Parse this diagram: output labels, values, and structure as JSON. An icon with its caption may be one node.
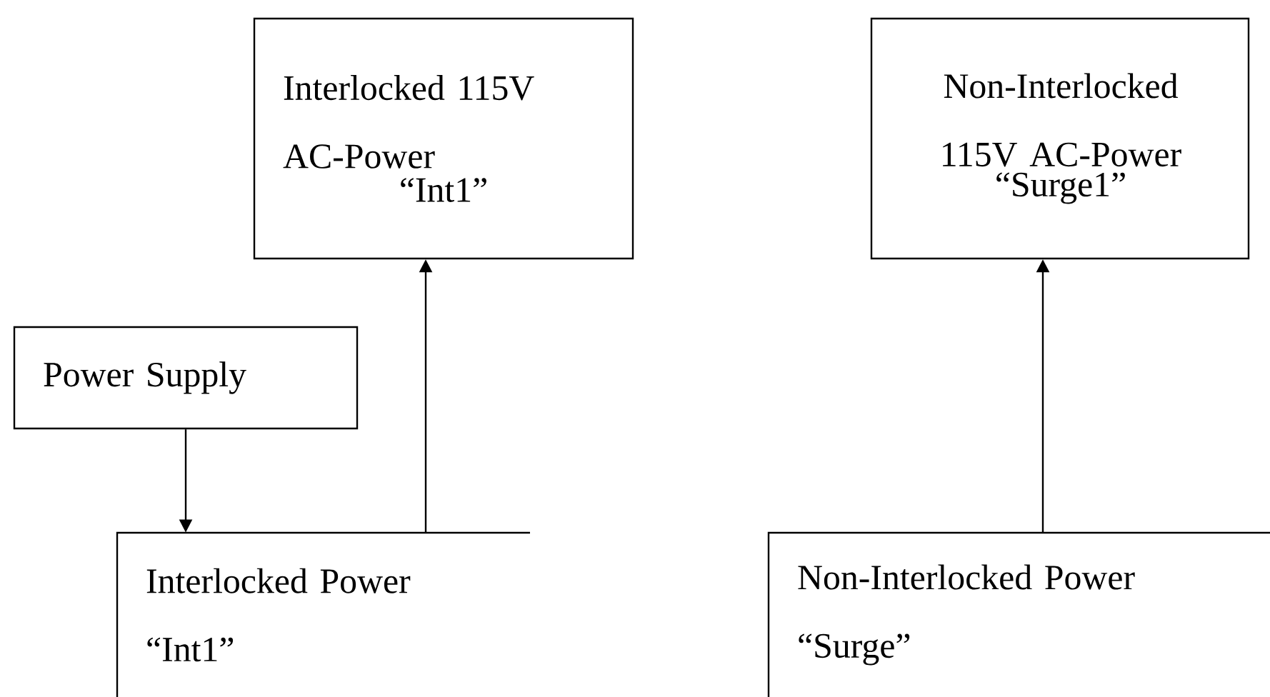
{
  "diagram": {
    "nodes": [
      {
        "text": [
          "Interlocked 115V AC-Power",
          "“Int1”"
        ]
      },
      {
        "text": [
          "Non-Interlocked 115V AC-Power",
          "“Surge1”"
        ]
      },
      {
        "text": [
          "Power Supply"
        ]
      },
      {
        "text": [
          "Interlocked Power “Int1”"
        ]
      },
      {
        "text": [
          "Non-Interlocked Power “Surge”"
        ]
      }
    ],
    "edges": [
      {
        "from": 2,
        "to": 3,
        "arrow": "to"
      },
      {
        "from": 3,
        "to": 0,
        "arrow": "to"
      },
      {
        "from": 4,
        "to": 1,
        "arrow": "to"
      }
    ]
  }
}
